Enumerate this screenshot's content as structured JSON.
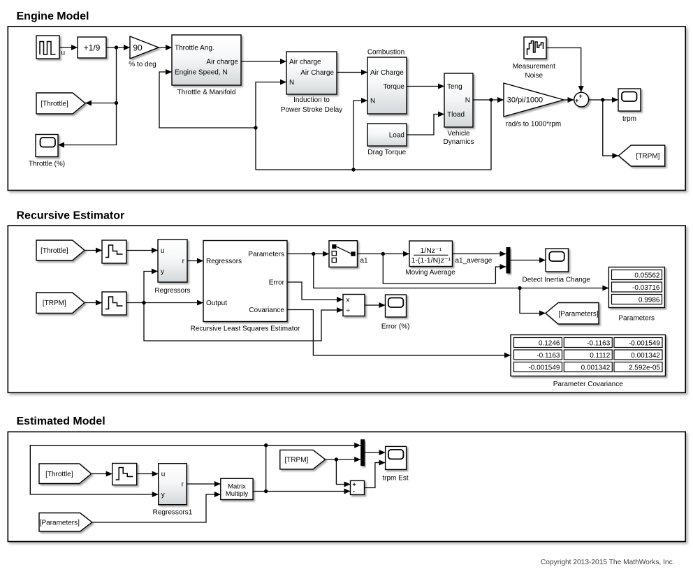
{
  "engine_model": {
    "title": "Engine Model",
    "blocks": {
      "pulse_generator": {
        "signal_label": "u"
      },
      "gain_one_ninth": {
        "value": "+1/9"
      },
      "gain_pct_to_deg": {
        "value": "90",
        "caption": "% to deg"
      },
      "throttle_manifold": {
        "caption": "Throttle & Manifold",
        "ports": {
          "in1": "Throttle Ang.",
          "in2": "Engine Speed, N",
          "out1": "Air charge"
        }
      },
      "induction": {
        "caption": [
          "Induction to",
          "Power Stroke Delay"
        ],
        "ports": {
          "in1": "Air charge",
          "in2": "N",
          "out1": "Air Charge"
        }
      },
      "combustion": {
        "caption": "Combustion",
        "ports": {
          "in1": "Air Charge",
          "in2": "N",
          "out1": "Torque"
        }
      },
      "drag_torque": {
        "caption": "Drag Torque",
        "ports": {
          "out1": "Load"
        }
      },
      "vehicle_dynamics": {
        "caption": [
          "Vehicle",
          "Dynamics"
        ],
        "ports": {
          "in1": "Teng",
          "in2": "Tload",
          "out1": "N"
        }
      },
      "gain_rpm": {
        "value": "30/pi/1000",
        "caption": "rad/s to 1000*rpm"
      },
      "measurement_noise": {
        "caption": [
          "Measurement",
          "Noise"
        ]
      },
      "sum": {
        "op_top": "+",
        "op_left": "+"
      },
      "scope_trpm": {
        "caption": "trpm"
      },
      "goto_throttle": {
        "label": "[Throttle]"
      },
      "scope_throttle_pct": {
        "caption": "Throttle (%)"
      },
      "goto_trpm": {
        "label": "[TRPM]"
      }
    }
  },
  "recursive_estimator": {
    "title": "Recursive Estimator",
    "blocks": {
      "from_throttle": {
        "label": "[Throttle]"
      },
      "from_trpm": {
        "label": "[TRPM]"
      },
      "regressors": {
        "caption": "Regressors",
        "ports": {
          "in1": "u",
          "in2": "y",
          "out1": "r"
        }
      },
      "rls_estimator": {
        "caption": "Recursive Least Squares Estimator",
        "ports": {
          "in1": "Regressors",
          "in2": "Output",
          "out1": "Parameters",
          "out2": "Error",
          "out3": "Covariance"
        }
      },
      "moving_average": {
        "caption": "Moving Average",
        "numerator": "1/Nz⁻¹",
        "denominator": "1-(1-1/N)z⁻¹"
      },
      "signal_a1": "a1",
      "signal_a1_average": "a1_average",
      "scope_detect": {
        "caption": "Detect Inertia Change"
      },
      "divide": {
        "op1": "x",
        "op2": "÷"
      },
      "scope_error": {
        "caption": "Error (%)"
      },
      "display_parameters": {
        "caption": "Parameters",
        "values": [
          "0.05562",
          "-0.03716",
          "0.9986"
        ]
      },
      "goto_parameters": {
        "label": "[Parameters]"
      },
      "display_covariance": {
        "caption": "Parameter Covariance",
        "values": [
          [
            "0.1246",
            "-0.1163",
            "-0.001549"
          ],
          [
            "-0.1163",
            "0.1112",
            "0.001342"
          ],
          [
            "-0.001549",
            "0.001342",
            "2.592e-05"
          ]
        ]
      }
    }
  },
  "estimated_model": {
    "title": "Estimated Model",
    "blocks": {
      "from_throttle": {
        "label": "[Throttle]"
      },
      "from_parameters": {
        "label": "[Parameters]"
      },
      "from_trpm": {
        "label": "[TRPM]"
      },
      "regressors1": {
        "caption": "Regressors1",
        "ports": {
          "in1": "u",
          "in2": "y",
          "out1": "r"
        }
      },
      "matrix_multiply": {
        "caption": [
          "Matrix",
          "Multiply"
        ]
      },
      "sum": {
        "op_plus": "+",
        "op_minus": "-"
      },
      "scope_trpm_est": {
        "caption": "trpm Est"
      }
    }
  },
  "footer": {
    "copyright": "Copyright 2013-2015 The MathWorks, Inc."
  }
}
